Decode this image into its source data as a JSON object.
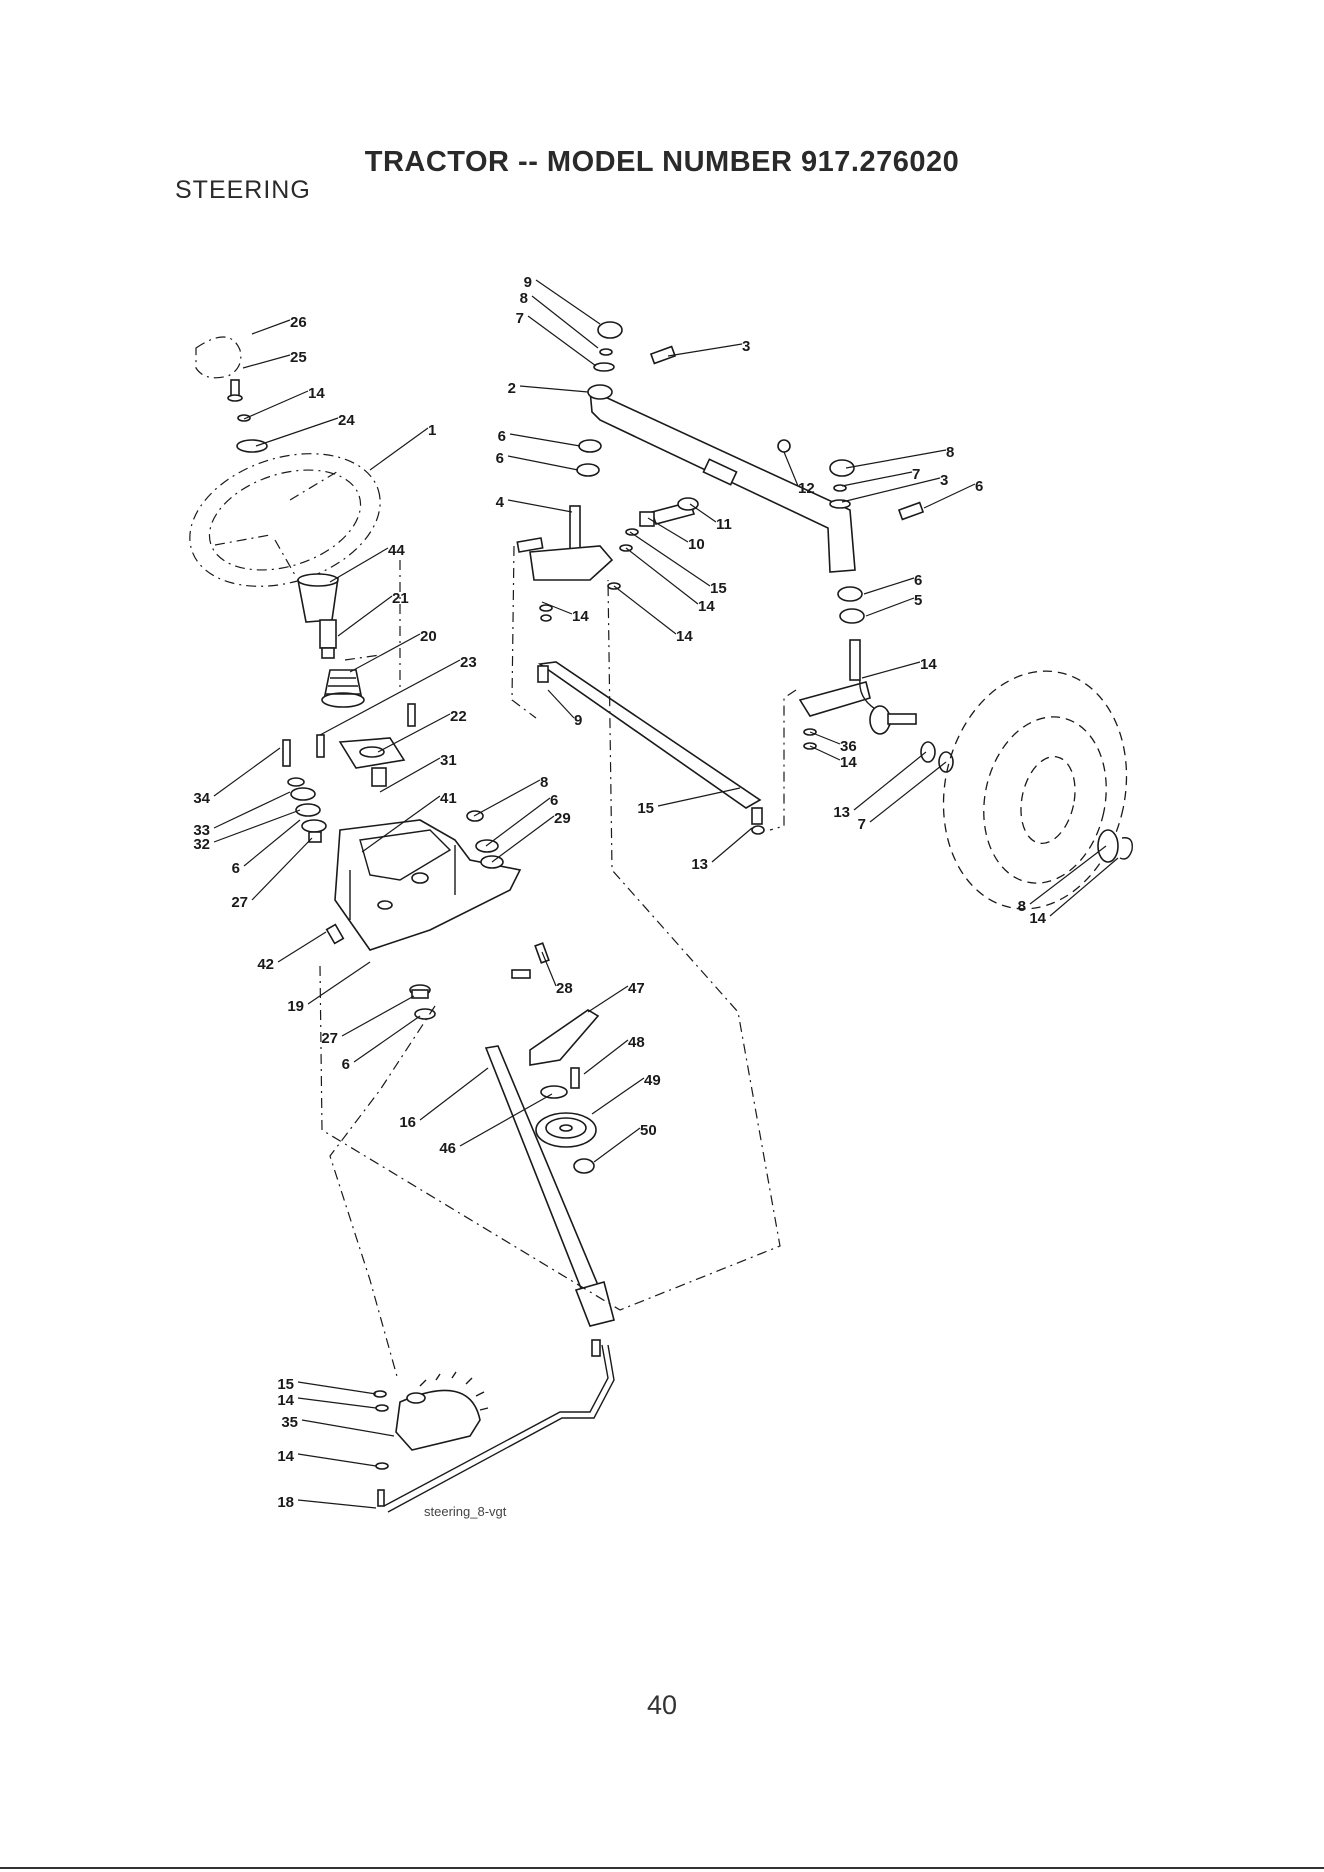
{
  "header": {
    "title": "TRACTOR -- MODEL NUMBER 917.276020",
    "section": "STEERING"
  },
  "diagram": {
    "callouts": [
      "26",
      "25",
      "14",
      "24",
      "1",
      "44",
      "21",
      "20",
      "23",
      "22",
      "34",
      "33",
      "32",
      "6",
      "31",
      "41",
      "8",
      "6",
      "29",
      "27",
      "42",
      "19",
      "28",
      "27",
      "6",
      "16",
      "46",
      "47",
      "48",
      "49",
      "50",
      "15",
      "14",
      "35",
      "14",
      "18",
      "9",
      "8",
      "7",
      "3",
      "2",
      "6",
      "6",
      "4",
      "12",
      "11",
      "10",
      "15",
      "14",
      "14",
      "14",
      "9",
      "8",
      "7",
      "3",
      "6",
      "6",
      "5",
      "14",
      "36",
      "14",
      "15",
      "13",
      "13",
      "7",
      "8",
      "14"
    ],
    "caption": "steering_8-vgt"
  },
  "footer": {
    "page_number": "40"
  }
}
